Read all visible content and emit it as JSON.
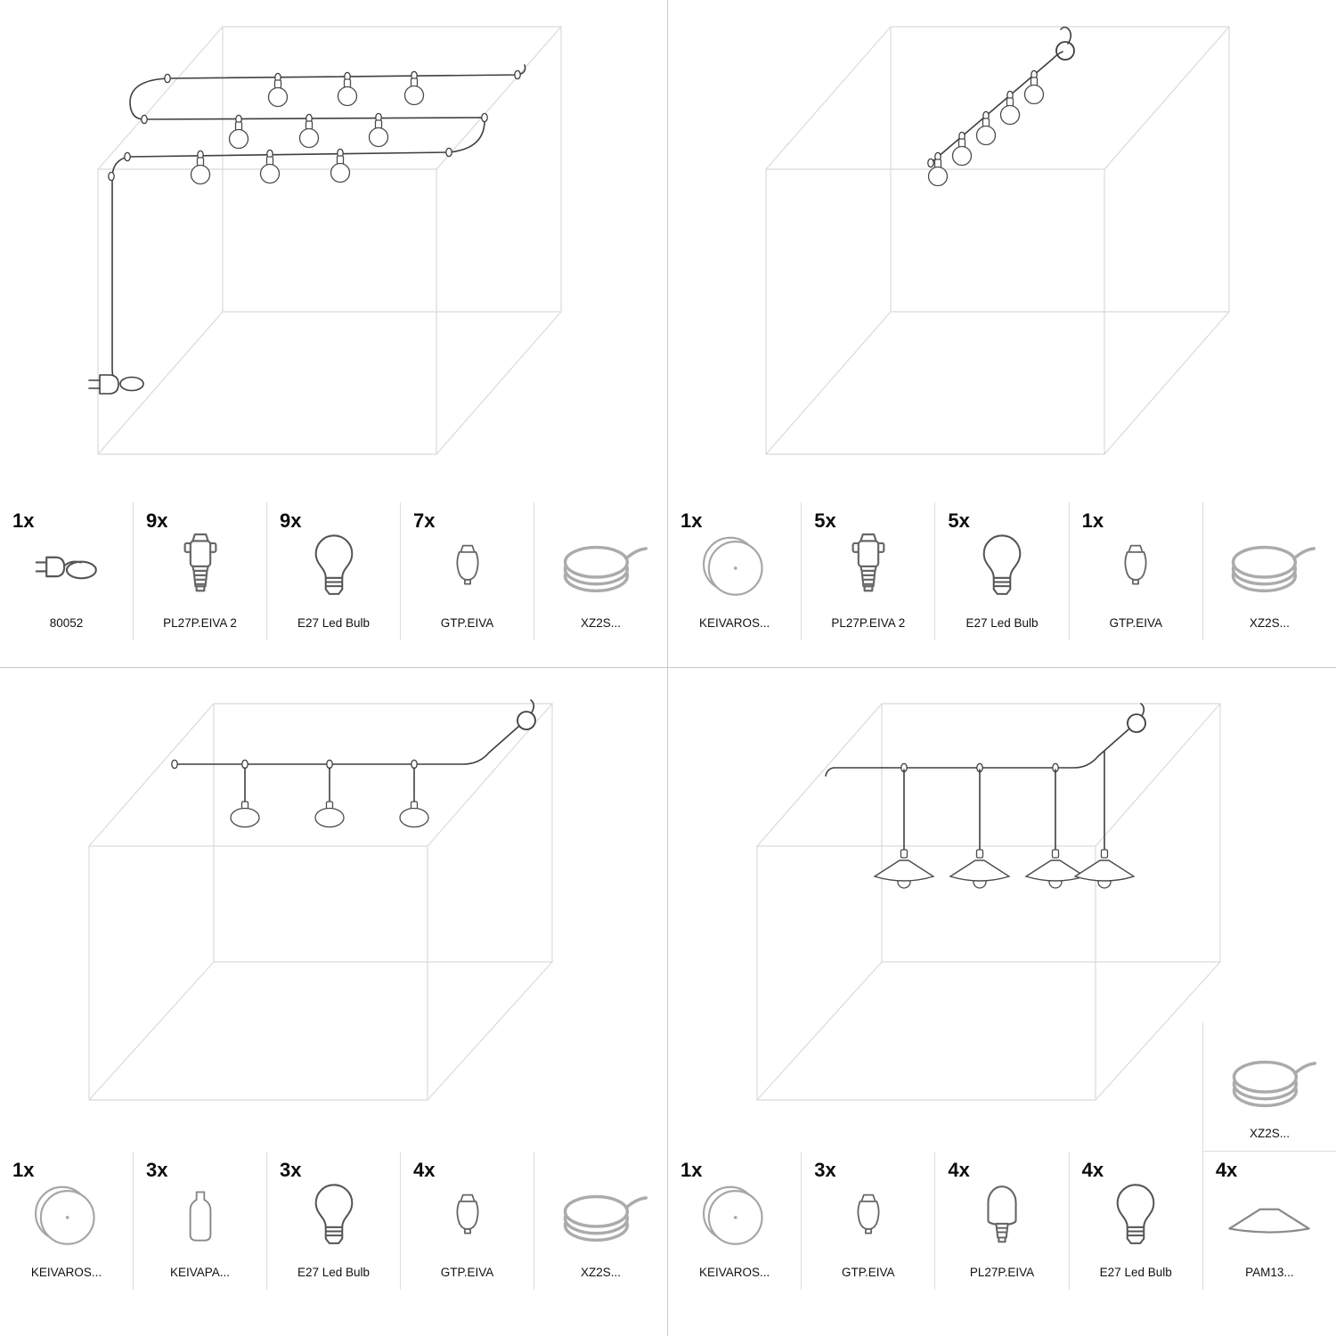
{
  "quadrants": [
    {
      "name": "kit-1",
      "parts": [
        {
          "qty": "1x",
          "code": "80052",
          "icon": "plug-icon"
        },
        {
          "qty": "9x",
          "code": "PL27P.EIVA 2",
          "icon": "lamp-holder-icon"
        },
        {
          "qty": "9x",
          "code": "E27 Led Bulb",
          "icon": "bulb-icon"
        },
        {
          "qty": "7x",
          "code": "GTP.EIVA",
          "icon": "cable-drop-icon"
        },
        {
          "qty": "",
          "code": "XZ2S...",
          "icon": "cable-coil-icon"
        }
      ]
    },
    {
      "name": "kit-2",
      "parts": [
        {
          "qty": "1x",
          "code": "KEIVAROS...",
          "icon": "ceiling-rose-icon"
        },
        {
          "qty": "5x",
          "code": "PL27P.EIVA 2",
          "icon": "lamp-holder-icon"
        },
        {
          "qty": "5x",
          "code": "E27 Led Bulb",
          "icon": "bulb-icon"
        },
        {
          "qty": "1x",
          "code": "GTP.EIVA",
          "icon": "cable-drop-icon"
        },
        {
          "qty": "",
          "code": "XZ2S...",
          "icon": "cable-coil-icon"
        }
      ]
    },
    {
      "name": "kit-3",
      "parts": [
        {
          "qty": "1x",
          "code": "KEIVAROS...",
          "icon": "ceiling-rose-icon"
        },
        {
          "qty": "3x",
          "code": "KEIVAPA...",
          "icon": "bottle-icon"
        },
        {
          "qty": "3x",
          "code": "E27 Led Bulb",
          "icon": "bulb-icon"
        },
        {
          "qty": "4x",
          "code": "GTP.EIVA",
          "icon": "cable-drop-icon"
        },
        {
          "qty": "",
          "code": "XZ2S...",
          "icon": "cable-coil-icon"
        }
      ]
    },
    {
      "name": "kit-4",
      "extra_part": {
        "qty": "",
        "code": "XZ2S...",
        "icon": "cable-coil-icon"
      },
      "parts": [
        {
          "qty": "1x",
          "code": "KEIVAROS...",
          "icon": "ceiling-rose-icon"
        },
        {
          "qty": "3x",
          "code": "GTP.EIVA",
          "icon": "cable-drop-icon"
        },
        {
          "qty": "4x",
          "code": "PL27P.EIVA",
          "icon": "lamp-holder-dome-icon"
        },
        {
          "qty": "4x",
          "code": "E27 Led Bulb",
          "icon": "bulb-icon"
        },
        {
          "qty": "4x",
          "code": "PAM13...",
          "icon": "flat-shade-icon"
        }
      ]
    }
  ]
}
